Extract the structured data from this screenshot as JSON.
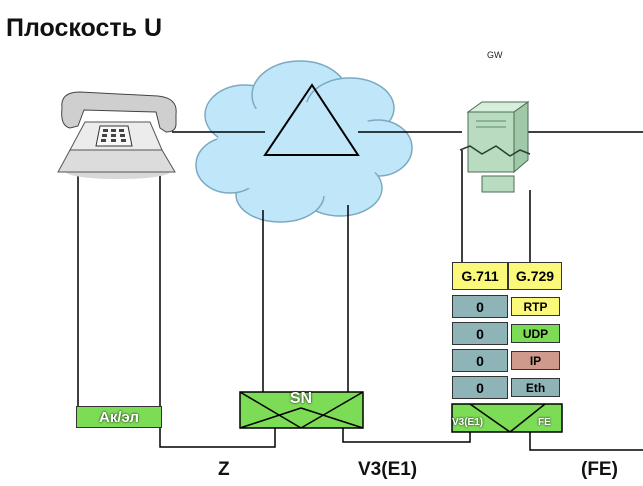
{
  "title": "Плоскость U",
  "gw_label": "GW",
  "interfaces": {
    "z": "Z",
    "v3": "V3(E1)",
    "fe": "(FE)"
  },
  "phone_port": "Ак/эл",
  "sn_label": "SN",
  "codecs": [
    "G.711",
    "G.729"
  ],
  "stack": {
    "left": [
      "0",
      "0",
      "0",
      "0"
    ],
    "right": [
      "RTP",
      "UDP",
      "IP",
      "Eth"
    ]
  },
  "gw_ports": {
    "left": "V3(E1)",
    "right": "FE"
  },
  "colors": {
    "green": "#7ddc55",
    "yellow": "#fbf97a",
    "teal": "#8fb4b8",
    "ip": "#cf9a8c",
    "cloud": "#bfe7f9"
  }
}
